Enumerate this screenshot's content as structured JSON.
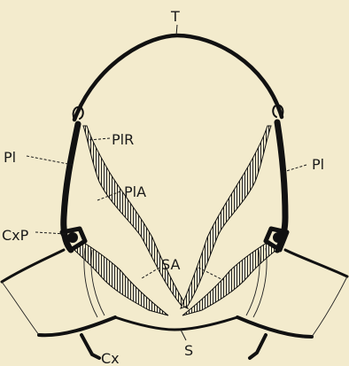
{
  "figure": {
    "labels": {
      "T": "T",
      "PlR": "PlR",
      "Pl_left": "Pl",
      "Pl_right": "Pl",
      "PlA": "PlA",
      "CxP": "CxP",
      "SA": "SA",
      "S": "S",
      "Cx": "Cx"
    },
    "colors": {
      "background": "#f3ebcd",
      "ink": "#111111"
    }
  }
}
